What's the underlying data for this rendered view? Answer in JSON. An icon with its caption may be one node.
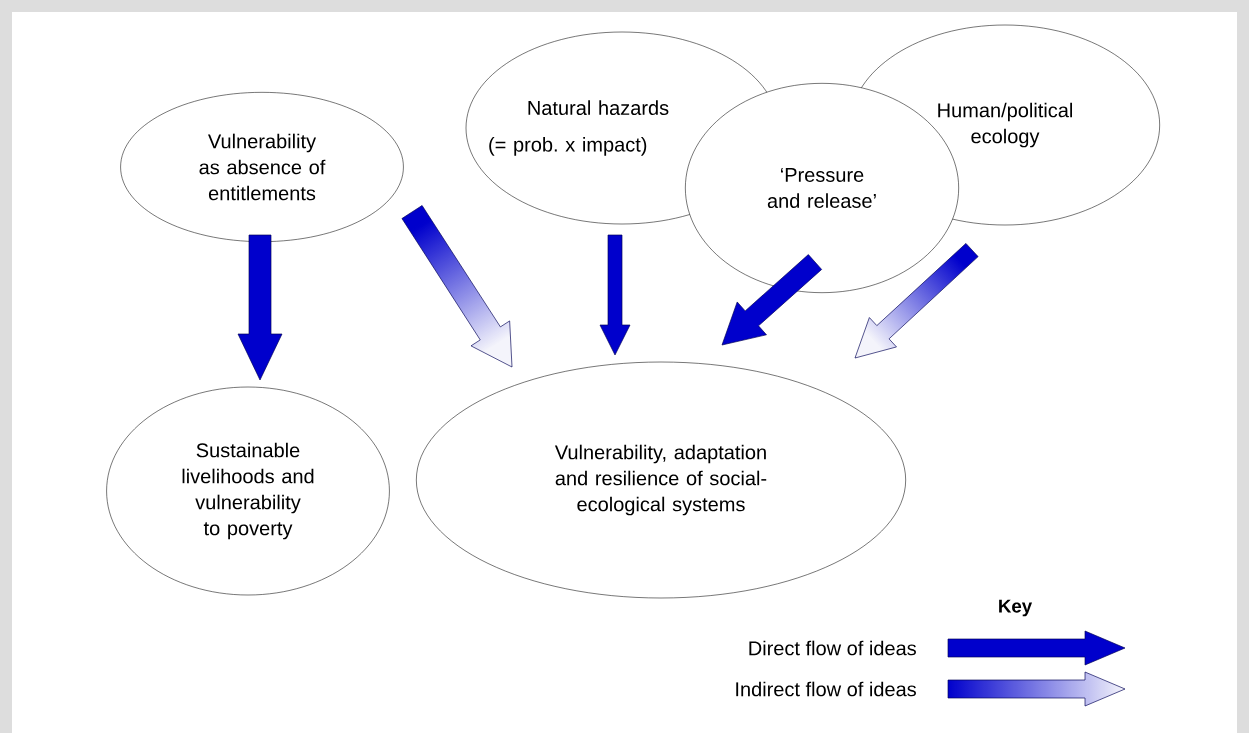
{
  "diagram": {
    "nodes": [
      {
        "text": [
          "Vulnerability as absence of entitlements"
        ]
      },
      {
        "text": [
          "Natural hazards",
          "(= prob. x impact)"
        ]
      },
      {
        "text": [
          "‘Pressure and release’"
        ]
      },
      {
        "text": [
          "Human/political ecology"
        ]
      },
      {
        "text": [
          "Sustainable livelihoods and vulnerability to poverty"
        ]
      },
      {
        "text": [
          "Vulnerability, adaptation and resilience of social-ecological systems"
        ]
      }
    ],
    "edges": [
      {
        "from": 0,
        "to": 4,
        "arrow": "to"
      },
      {
        "from": 0,
        "to": 5,
        "arrow": "to",
        "color": "#f4f4fb"
      },
      {
        "from": 1,
        "to": 5,
        "arrow": "to"
      },
      {
        "from": 2,
        "to": 5,
        "arrow": "to"
      },
      {
        "from": 3,
        "to": 5,
        "arrow": "to",
        "color": "#f4f4fb"
      }
    ],
    "labels": [
      "Key"
    ],
    "legend": [
      {
        "text": "Direct flow of ideas"
      },
      {
        "text": "Indirect flow of ideas"
      }
    ]
  }
}
